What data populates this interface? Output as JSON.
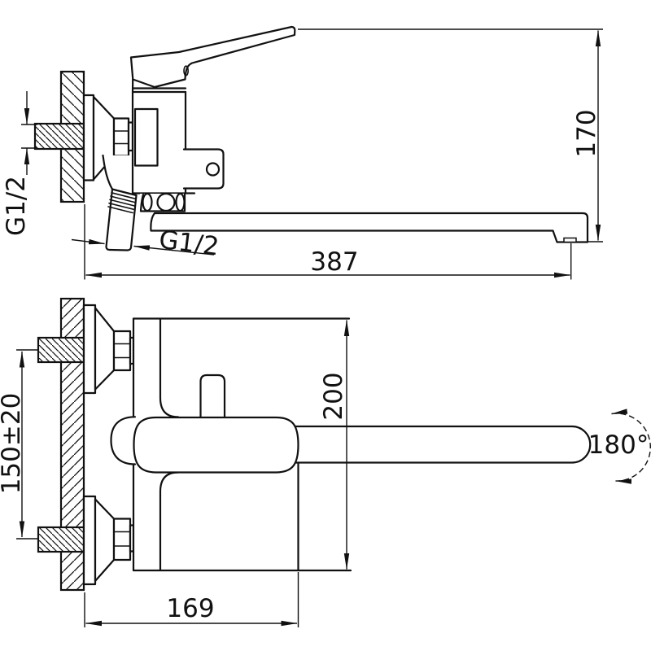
{
  "drawing": {
    "dimensions": {
      "wall_thread": "G1/2",
      "shower_thread": "G1/2",
      "spout_reach": "387",
      "overall_height": "170",
      "mount_centers": "150±20",
      "body_height": "200",
      "body_width": "169",
      "spout_swivel": "180°"
    },
    "colors": {
      "line": "#111111",
      "background": "#ffffff"
    }
  }
}
